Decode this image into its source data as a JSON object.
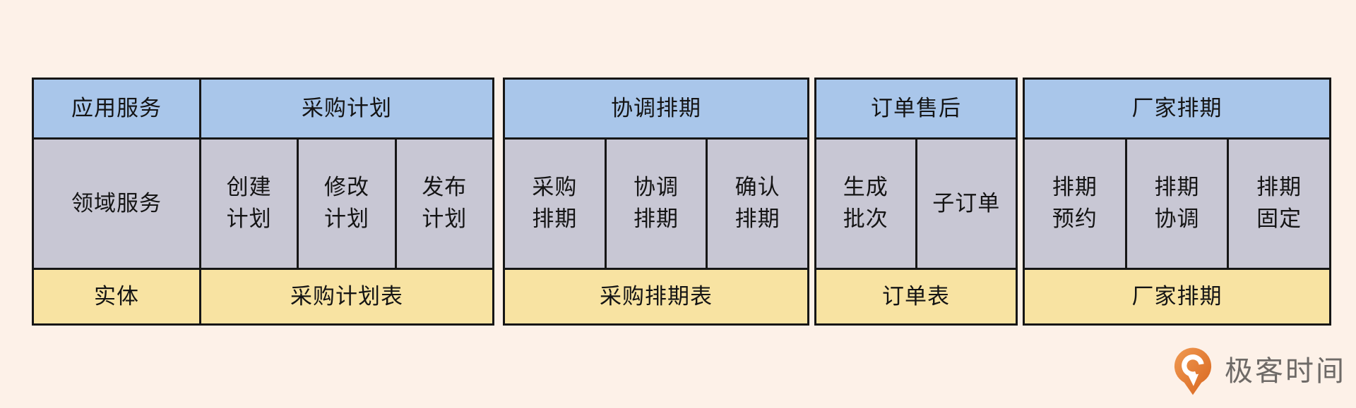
{
  "background_color": "#fdf1e8",
  "colors": {
    "header_blue": "#a9c6ea",
    "service_gray": "#c8c7d4",
    "entity_yellow": "#f8e3a2",
    "border_black": "#161616",
    "brand_orange": "#e07a33",
    "brand_text_gray": "#6e6a67"
  },
  "row_labels": {
    "header": "应用服务",
    "middle": "领域服务",
    "bottom": "实体"
  },
  "groups": [
    {
      "title": "采购计划",
      "services": [
        "创建\n计划",
        "修改\n计划",
        "发布\n计划"
      ],
      "entity": "采购计划表"
    },
    {
      "title": "协调排期",
      "services": [
        "采购\n排期",
        "协调\n排期",
        "确认\n排期"
      ],
      "entity": "采购排期表"
    },
    {
      "title": "订单售后",
      "services": [
        "生成\n批次",
        "子订单"
      ],
      "entity": "订单表"
    },
    {
      "title": "厂家排期",
      "services": [
        "排期\n预约",
        "排期\n协调",
        "排期\n固定"
      ],
      "entity": "厂家排期"
    }
  ],
  "footer": {
    "brand_name": "极客时间"
  }
}
